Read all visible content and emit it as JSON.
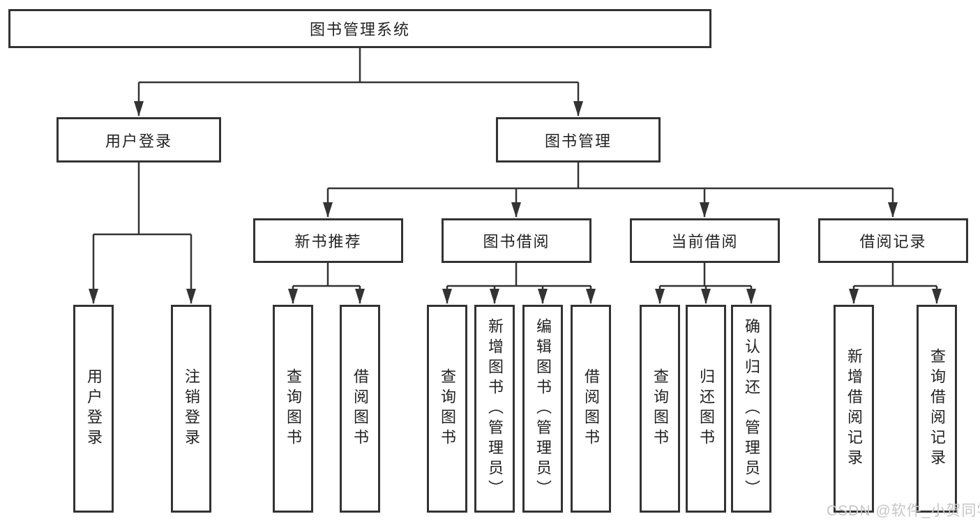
{
  "diagram": {
    "root": "图书管理系统",
    "children": [
      {
        "label": "用户登录",
        "children": [
          {
            "label": "用户登录"
          },
          {
            "label": "注销登录"
          }
        ]
      },
      {
        "label": "图书管理",
        "children": [
          {
            "label": "新书推荐",
            "children": [
              {
                "label": "查询图书"
              },
              {
                "label": "借阅图书"
              }
            ]
          },
          {
            "label": "图书借阅",
            "children": [
              {
                "label": "查询图书"
              },
              {
                "label": "新增图书（管理员）"
              },
              {
                "label": "编辑图书（管理员）"
              },
              {
                "label": "借阅图书"
              }
            ]
          },
          {
            "label": "当前借阅",
            "children": [
              {
                "label": "查询图书"
              },
              {
                "label": "归还图书"
              },
              {
                "label": "确认归还（管理员）"
              }
            ]
          },
          {
            "label": "借阅记录",
            "children": [
              {
                "label": "新增借阅记录"
              },
              {
                "label": "查询借阅记录"
              }
            ]
          }
        ]
      }
    ]
  },
  "watermark": {
    "text": "CSDN @软件_小贺同学"
  },
  "colors": {
    "line": "#333333",
    "text": "#222222",
    "watermark": "#c6c6c6",
    "background": "#ffffff"
  }
}
